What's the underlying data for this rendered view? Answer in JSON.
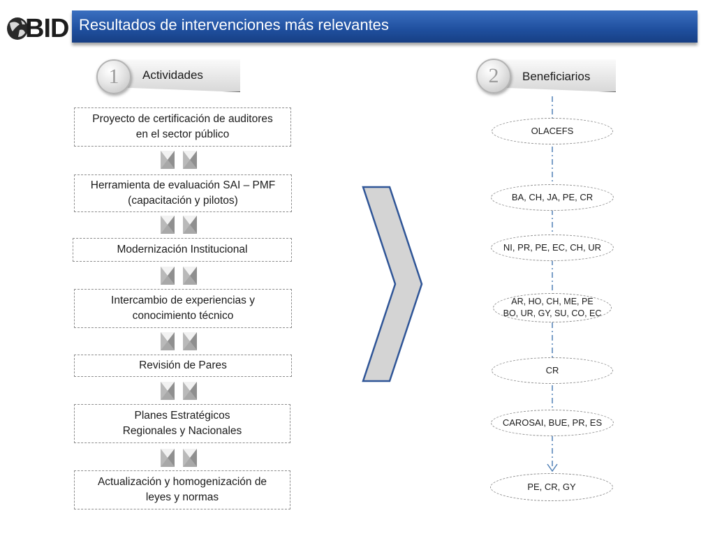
{
  "header": {
    "logo_text": "BID",
    "title": "Resultados de intervenciones más relevantes"
  },
  "sections": {
    "activities": {
      "number": "1",
      "label": "Actividades"
    },
    "beneficiaries": {
      "number": "2",
      "label": "Beneficiarios"
    }
  },
  "activities": [
    {
      "line1": "Proyecto de certificación de auditores",
      "line2": "en el sector público"
    },
    {
      "line1": "Herramienta de evaluación SAI – PMF",
      "line2": "(capacitación y pilotos)"
    },
    {
      "line1": "Modernización Institucional",
      "line2": ""
    },
    {
      "line1": "Intercambio de experiencias y",
      "line2": "conocimiento técnico"
    },
    {
      "line1": "Revisión de Pares",
      "line2": ""
    },
    {
      "line1": "Planes Estratégicos",
      "line2": "Regionales y Nacionales"
    },
    {
      "line1": "Actualización y homogenización de",
      "line2": "leyes y normas"
    }
  ],
  "beneficiaries": [
    {
      "line1": "OLACEFS",
      "line2": ""
    },
    {
      "line1": "BA, CH, JA, PE, CR",
      "line2": ""
    },
    {
      "line1": "NI, PR, PE, EC, CH, UR",
      "line2": ""
    },
    {
      "line1": "AR, HO, CH, ME, PE",
      "line2": "BO, UR, GY, SU, CO, EC"
    },
    {
      "line1": "CR",
      "line2": ""
    },
    {
      "line1": "CAROSAI, BUE, PR, ES",
      "line2": ""
    },
    {
      "line1": "PE, CR, GY",
      "line2": ""
    }
  ],
  "colors": {
    "title_bar": "#1f4f9e",
    "chevron_fill": "#d4d4d4",
    "chevron_border": "#2f5597",
    "connector": "#4f7fb5"
  },
  "icons": {
    "logo": "globe-logo-icon",
    "arrows": "pyramid-down-arrow-icon",
    "chevron": "large-right-chevron-icon"
  }
}
